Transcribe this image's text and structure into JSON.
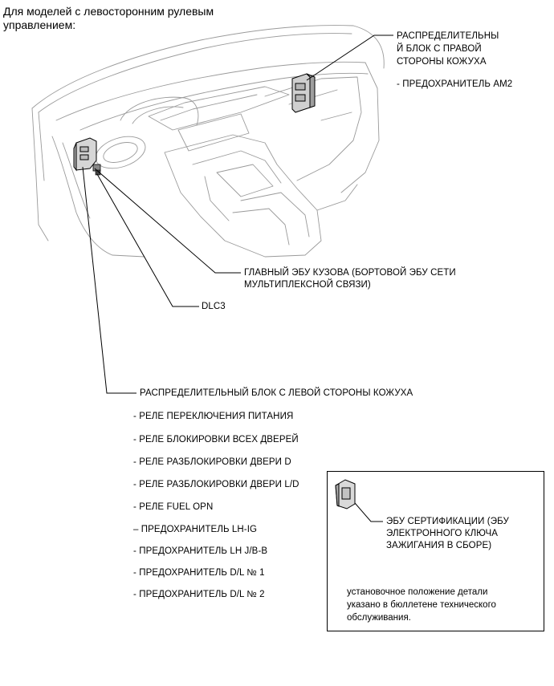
{
  "header": {
    "line1": "Для моделей с левосторонним рулевым",
    "line2": "управлением:"
  },
  "right_block": {
    "title_lines": [
      "РАСПРЕДЕЛИТЕЛЬНЫ",
      "Й БЛОК С ПРАВОЙ",
      "СТОРОНЫ КОЖУХА"
    ],
    "items": [
      "- ПРЕДОХРАНИТЕЛЬ AM2"
    ]
  },
  "main_ecu": {
    "lines": [
      "ГЛАВНЫЙ ЭБУ КУЗОВА (БОРТОВОЙ ЭБУ СЕТИ",
      "МУЛЬТИПЛЕКСНОЙ СВЯЗИ)"
    ]
  },
  "dlc3": {
    "label": "DLC3"
  },
  "left_block": {
    "title": "РАСПРЕДЕЛИТЕЛЬНЫЙ БЛОК С ЛЕВОЙ СТОРОНЫ КОЖУХА",
    "items": [
      "- РЕЛЕ ПЕРЕКЛЮЧЕНИЯ ПИТАНИЯ",
      "- РЕЛЕ БЛОКИРОВКИ ВСЕХ ДВЕРЕЙ",
      "- РЕЛЕ РАЗБЛОКИРОВКИ ДВЕРИ D",
      "- РЕЛЕ РАЗБЛОКИРОВКИ ДВЕРИ L/D",
      "- РЕЛЕ FUEL OPN",
      "– ПРЕДОХРАНИТЕЛЬ LH-IG",
      "- ПРЕДОХРАНИТЕЛЬ LH J/B-B",
      "- ПРЕДОХРАНИТЕЛЬ D/L № 1",
      "- ПРЕДОХРАНИТЕЛЬ D/L № 2"
    ]
  },
  "cert_ecu": {
    "lines": [
      "ЭБУ СЕРТИФИКАЦИИ (ЭБУ",
      "ЭЛЕКТРОННОГО КЛЮЧА",
      "ЗАЖИГАНИЯ В СБОРЕ)"
    ],
    "note_lines": [
      "установочное положение детали",
      "указано в бюллетене технического",
      "обслуживания."
    ]
  }
}
